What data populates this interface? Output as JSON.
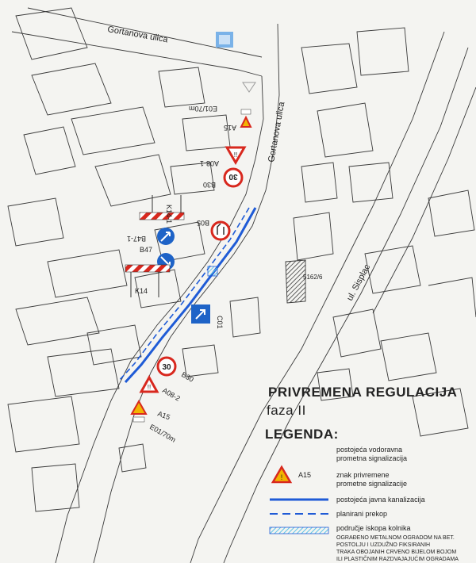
{
  "map": {
    "streets": {
      "gortanova_top": "Gortanova ulica",
      "gortanova_vertical": "Gortanova ulica",
      "sisplac": "ul. Sisplac"
    },
    "parcel_number": "5162/6",
    "sign_codes": {
      "a15_top": "A15",
      "a08_top": "A08-1",
      "b30_top": "B30",
      "k14_top": "K14-1",
      "b05": "B05",
      "b47_1": "B47-1",
      "b47": "B47",
      "k14_bottom": "K14",
      "c01": "C01",
      "b30_bottom": "B30",
      "a08_bottom": "A08-2",
      "a15_bottom": "A15"
    },
    "distance_labels": {
      "top": "E01/70m",
      "bottom": "E01/70m"
    },
    "speed_value": "30"
  },
  "title": {
    "line1": "PRIVREMENA REGULACIJA",
    "line2": "faza II",
    "line3": "LEGENDA:"
  },
  "legend": {
    "items": [
      {
        "text_lines": [
          "postojeća vodoravna",
          "prometna signalizacija"
        ]
      },
      {
        "code": "A15",
        "text_lines": [
          "znak privremene",
          "prometne signalizacije"
        ]
      },
      {
        "text_lines": [
          "postojeća javna kanalizacija"
        ]
      },
      {
        "text_lines": [
          "planirani prekop"
        ]
      },
      {
        "text_lines": [
          "područje iskopa kolnika"
        ]
      },
      {
        "text_lines": [
          "OGRAĐENO METALNOM OGRADOM NA BET.",
          "POSTOLJU I UZDUŽNO FIKSIRANIH",
          "TRAKA OBOJANIH CRVENO BIJELOM BOJOM",
          "ILI PLASTIČNIM RAZDVAJAJUĆIM OGRADAMA"
        ]
      }
    ]
  },
  "colors": {
    "paper": "#f4f4f1",
    "linework": "#333333",
    "sewer": "#1f5bd6",
    "warning_red": "#d8281e",
    "warning_yellow": "#f2b400",
    "mandatory_blue": "#1e63c7",
    "excavation": "#5cc4e8"
  }
}
